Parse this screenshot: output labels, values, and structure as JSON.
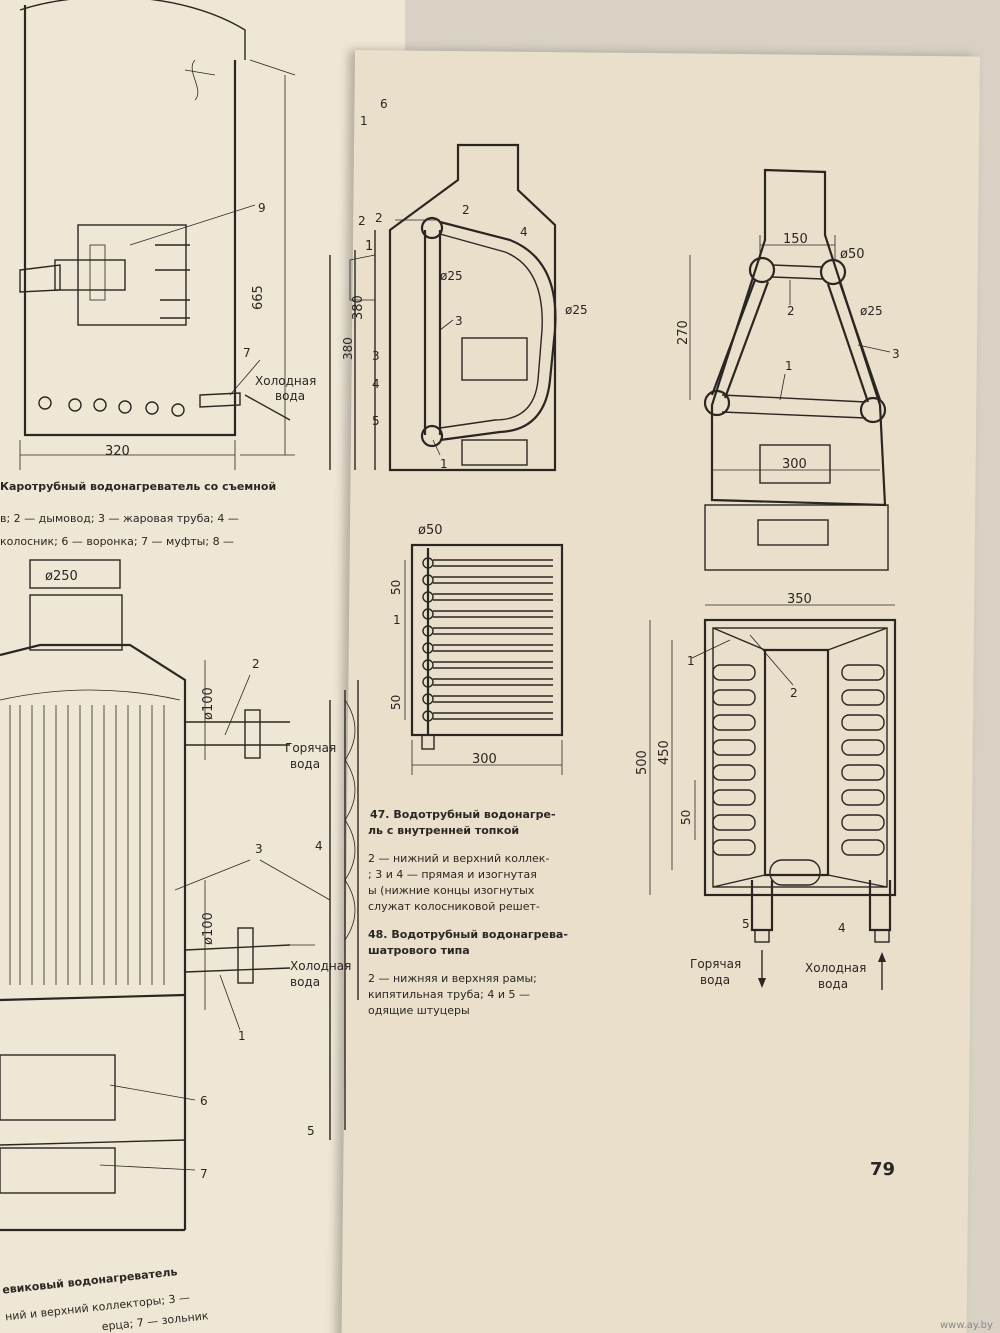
{
  "left_page": {
    "dims": {
      "d665": "665",
      "d320": "320",
      "d250": "ø250",
      "d100_top": "ø100",
      "d100_bottom": "ø100"
    },
    "labels": {
      "cold_water_top_1": "Холодная",
      "cold_water_top_2": "вода",
      "hot_water_1": "Горячая",
      "hot_water_2": "вода",
      "cold_water_mid_1": "Холодная",
      "cold_water_mid_2": "вода",
      "n9": "9",
      "n7a": "7",
      "n2": "2",
      "n3": "3",
      "n4": "4",
      "n5": "5",
      "n1": "1",
      "n6": "6",
      "n7b": "7"
    },
    "caption_top_1": "Каротрубный водонагреватель со съемной",
    "caption_top_2": "в; 2 — дымовод; 3 — жаровая труба; 4 —",
    "caption_top_3": "колосник; 6 — воронка; 7 — муфты; 8 —",
    "caption_bottom_1": "евиковый водонагреватель",
    "caption_bottom_2": "ний и верхний коллекторы; 3 —",
    "caption_bottom_3": "ерца; 7 — зольник",
    "edge_top": "Холодная вода",
    "edge_b": "Горячая вода"
  },
  "right_page": {
    "fig47": {
      "labels": {
        "n1": "1",
        "n2": "2",
        "n3": "3",
        "n4": "4",
        "n5": "5"
      },
      "dims": {
        "d25a": "ø25",
        "d25b": "ø25",
        "d380": "380",
        "d50": "ø50",
        "d50a": "50",
        "d50b": "50",
        "d300": "300"
      },
      "side_1": "1",
      "side_2": "2",
      "side_3": "3",
      "side_4": "4",
      "side_5": "5"
    },
    "fig48": {
      "dims": {
        "d150": "150",
        "d50": "ø50",
        "d25": "ø25",
        "d270": "270",
        "d300": "300",
        "d350": "350",
        "d500": "500",
        "d450": "450",
        "d50b": "50"
      },
      "labels": {
        "n1": "1",
        "n2": "2",
        "n3": "3",
        "n1b": "1",
        "n2b": "2",
        "n5": "5",
        "n4": "4"
      },
      "hot_1": "Горячая",
      "hot_2": "вода",
      "cold_1": "Холодная",
      "cold_2": "вода"
    },
    "captions": {
      "c47_title_1": "47.  Водотрубный водонагре-",
      "c47_title_2": "ль с внутренней топкой",
      "c47_body_1": "2 — нижний и верхний коллек-",
      "c47_body_2": "; 3 и 4 — прямая и изогнутая",
      "c47_body_3": "ы (нижние концы изогнутых",
      "c47_body_4": "служат колосниковой решет-",
      "c48_title_1": "48.  Водотрубный водонагрева-",
      "c48_title_2": "шатрового типа",
      "c48_body_1": "2 — нижняя и верхняя рамы;",
      "c48_body_2": "кипятильная труба; 4 и 5 —",
      "c48_body_3": "одящие штуцеры"
    },
    "page_number": "79"
  },
  "watermark": "www.ay.by"
}
